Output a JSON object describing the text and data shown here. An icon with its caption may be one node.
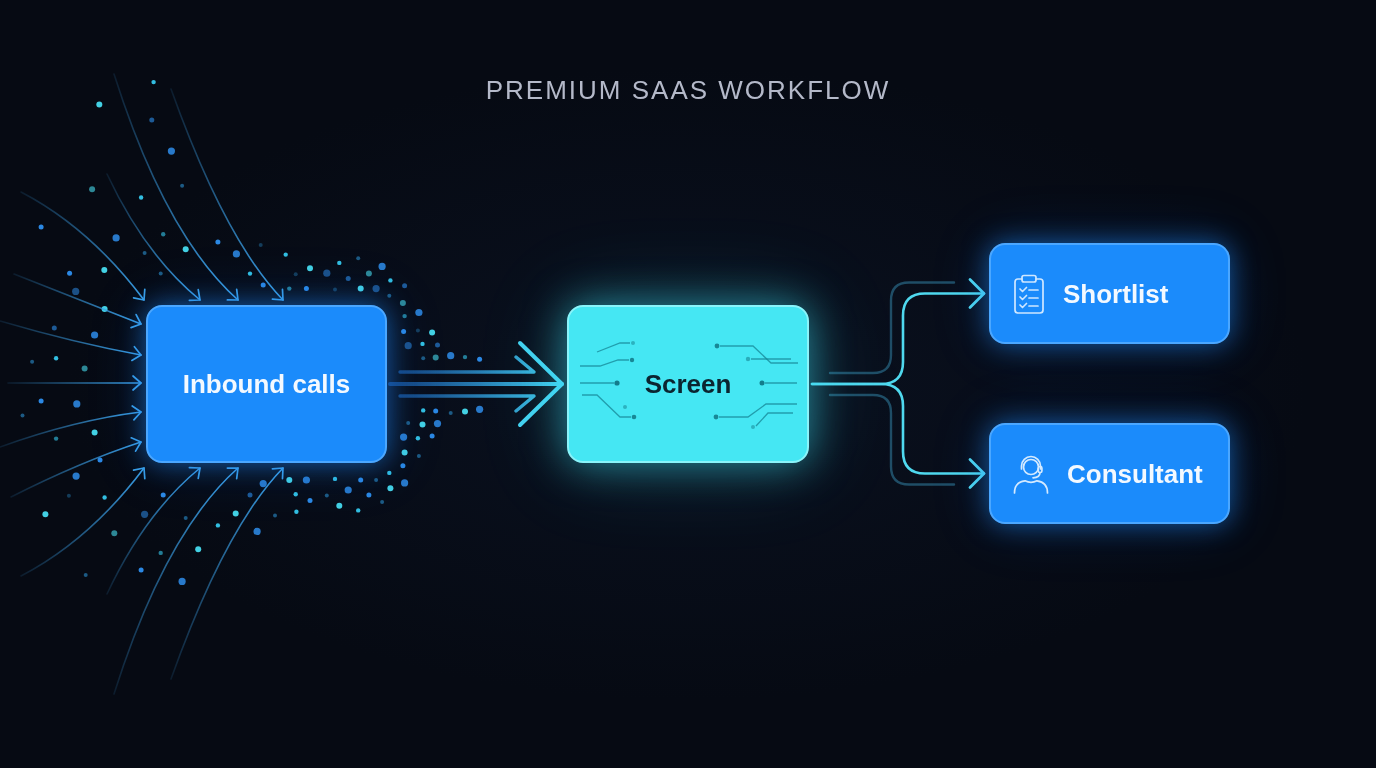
{
  "diagram": {
    "title": "PREMIUM SAAS WORKFLOW",
    "nodes": [
      {
        "text": [
          "Inbound calls"
        ]
      },
      {
        "text": [
          "Screen"
        ]
      },
      {
        "text": [
          "Shortlist"
        ]
      },
      {
        "text": [
          "Consultant"
        ]
      }
    ],
    "edges": [
      {
        "from": null,
        "to": 0,
        "arrow": "to"
      },
      {
        "from": null,
        "to": 0,
        "arrow": "to"
      },
      {
        "from": null,
        "to": 0,
        "arrow": "to"
      },
      {
        "from": null,
        "to": 0,
        "arrow": "to"
      },
      {
        "from": null,
        "to": 0,
        "arrow": "to"
      },
      {
        "from": null,
        "to": 0,
        "arrow": "to"
      },
      {
        "from": null,
        "to": 0,
        "arrow": "to"
      },
      {
        "from": null,
        "to": 0,
        "arrow": "to"
      },
      {
        "from": null,
        "to": 0,
        "arrow": "to"
      },
      {
        "from": null,
        "to": 0,
        "arrow": "to"
      },
      {
        "from": null,
        "to": 0,
        "arrow": "to"
      },
      {
        "from": null,
        "to": 0,
        "arrow": "to"
      },
      {
        "from": null,
        "to": 0,
        "arrow": "to"
      },
      {
        "from": 0,
        "to": 1,
        "arrow": "to",
        "style": "thick",
        "color": "#44d2f0"
      },
      {
        "from": 1,
        "to": 2,
        "arrow": "to",
        "color": "#4fd8ee"
      },
      {
        "from": 1,
        "to": 3,
        "arrow": "to",
        "color": "#4fd8ee"
      }
    ]
  }
}
